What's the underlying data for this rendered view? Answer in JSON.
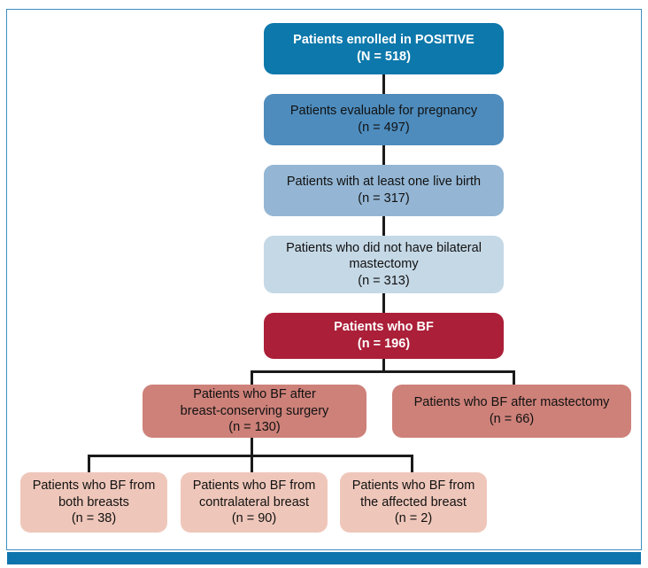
{
  "figure": {
    "type": "consort-flow-diagram",
    "title": "POSITIVE trial breastfeeding flow diagram",
    "colors": {
      "frame_border": "#3d8fc4",
      "bottom_bar": "#0d74ad",
      "connector": "#1a1a1a",
      "enrolled_box": "#0d78ab",
      "evaluable_box": "#4e8cbd",
      "live_birth_box": "#94b6d4",
      "no_bilateral_mastectomy_box": "#c5d8e6",
      "bf_box": "#ab1f38",
      "bf_subgroup_box": "#cd8179",
      "bf_breast_box": "#efc7ba"
    }
  },
  "nodes": {
    "enrolled": {
      "line1": "Patients enrolled in POSITIVE",
      "line2": "(N = 518)",
      "count": 518
    },
    "evaluable": {
      "line1": "Patients evaluable for pregnancy",
      "line2": "(n = 497)",
      "count": 497
    },
    "live_birth": {
      "line1": "Patients with at least one live birth",
      "line2": "(n = 317)",
      "count": 317
    },
    "no_bilateral_mastectomy": {
      "line1": "Patients who did not have bilateral",
      "line2": "mastectomy",
      "line3": "(n = 313)",
      "count": 313
    },
    "bf": {
      "line1": "Patients who BF",
      "line2": "(n = 196)",
      "count": 196
    },
    "bf_after_bcs": {
      "line1": "Patients who BF after",
      "line2": "breast-conserving surgery",
      "line3": "(n = 130)",
      "count": 130
    },
    "bf_after_mastectomy": {
      "line1": "Patients who BF after mastectomy",
      "line2": "(n = 66)",
      "count": 66
    },
    "bf_both_breasts": {
      "line1": "Patients who BF from",
      "line2": "both breasts",
      "line3": "(n = 38)",
      "count": 38
    },
    "bf_contralateral": {
      "line1": "Patients who BF from",
      "line2": "contralateral breast",
      "line3": "(n = 90)",
      "count": 90
    },
    "bf_affected": {
      "line1": "Patients who BF from",
      "line2": "the affected breast",
      "line3": "(n = 2)",
      "count": 2
    }
  }
}
